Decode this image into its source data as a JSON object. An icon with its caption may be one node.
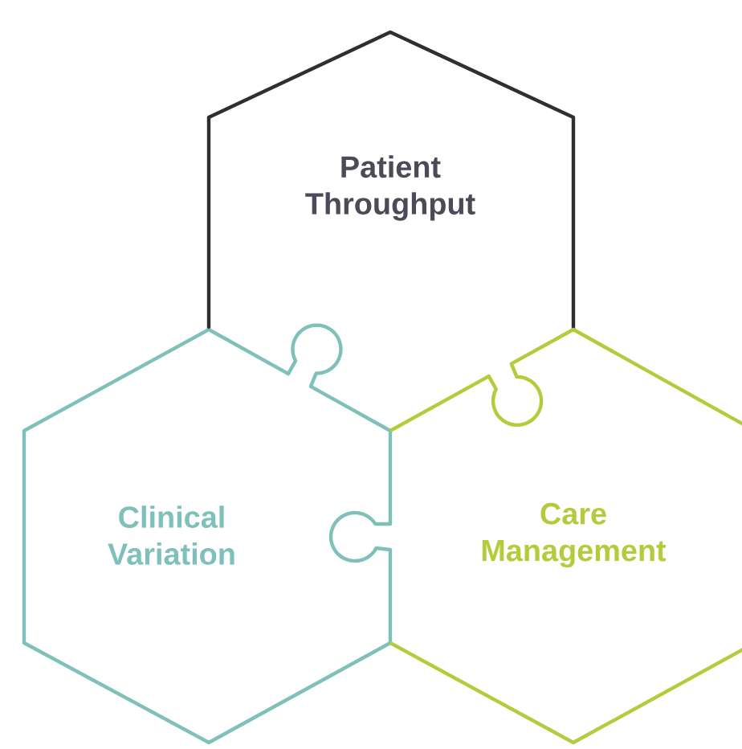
{
  "diagram": {
    "nodes": [
      {
        "text": [
          "Patient Throughput"
        ]
      },
      {
        "text": [
          "Clinical Variation"
        ]
      },
      {
        "text": [
          "Care Management"
        ]
      }
    ]
  }
}
